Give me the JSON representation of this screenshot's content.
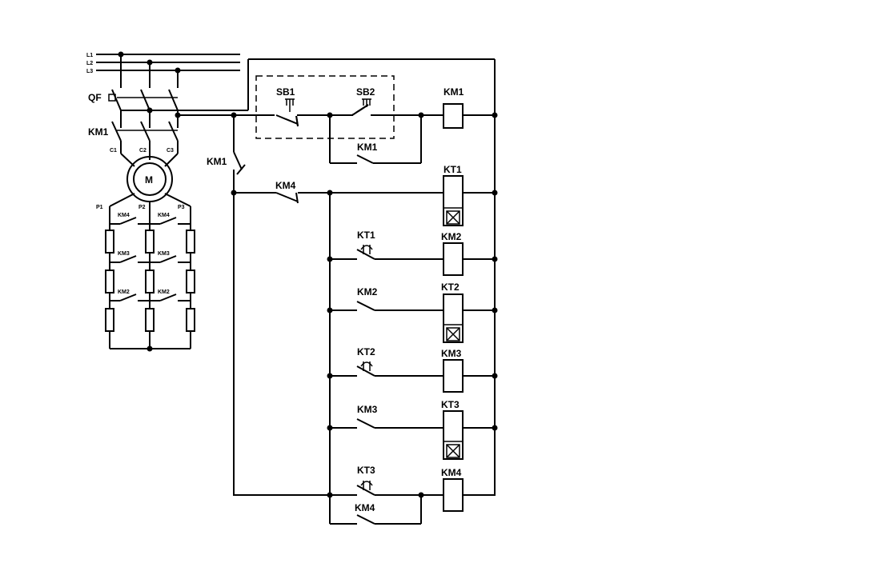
{
  "power": {
    "phases": [
      "L1",
      "L2",
      "L3"
    ],
    "breaker": "QF",
    "main_contactor": "KM1",
    "stator_terminals": [
      "C1",
      "C2",
      "C3"
    ],
    "motor": "M",
    "rotor_terminals": [
      "P1",
      "P2",
      "P3"
    ],
    "resistor_stage_contacts": [
      [
        "KM4",
        "KM4"
      ],
      [
        "KM3",
        "KM3"
      ],
      [
        "KM2",
        "KM2"
      ]
    ]
  },
  "control": {
    "stop_button": "SB1",
    "start_button": "SB2",
    "hold_contact": "KM1",
    "km1_aux": "KM1",
    "km4_nc": "KM4",
    "rungs": [
      {
        "contact": "SB1 / SB2",
        "coil": "KM1",
        "timer": false
      },
      {
        "contact": "KM4",
        "coil": "KT1",
        "timer": true
      },
      {
        "contact": "KT1",
        "coil": "KM2",
        "timer": false
      },
      {
        "contact": "KM2",
        "coil": "KT2",
        "timer": true
      },
      {
        "contact": "KT2",
        "coil": "KM3",
        "timer": false
      },
      {
        "contact": "KM3",
        "coil": "KT3",
        "timer": true
      },
      {
        "contact": "KT3",
        "coil": "KM4",
        "timer": false
      }
    ],
    "km4_hold": "KM4"
  }
}
